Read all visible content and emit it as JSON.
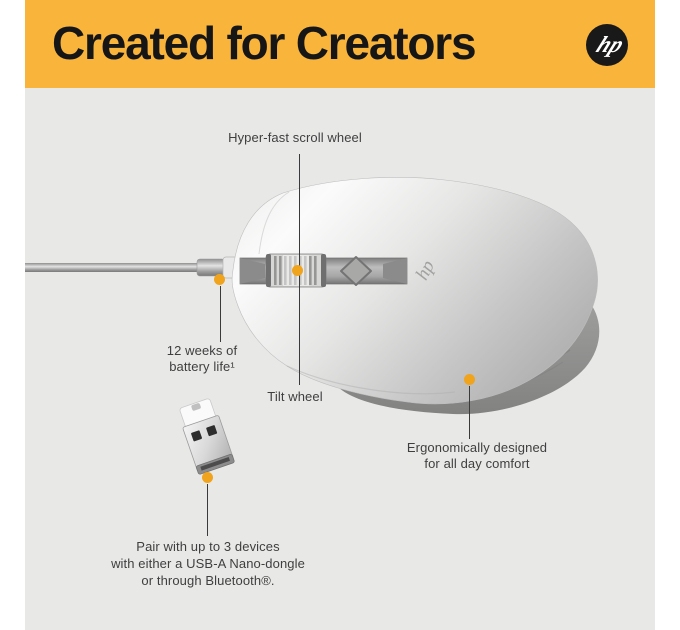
{
  "header": {
    "title": "Created for Creators",
    "logo_text": "hp"
  },
  "mouse": {
    "engraving": "hp"
  },
  "callouts": {
    "scroll_wheel": {
      "label": "Hyper-fast scroll wheel"
    },
    "battery": {
      "line1": "12 weeks of",
      "line2": "battery life¹"
    },
    "tilt_wheel": {
      "label": "Tilt wheel"
    },
    "ergonomic": {
      "line1": "Ergonomically designed",
      "line2": "for all day comfort"
    },
    "pairing": {
      "line1": "Pair with up to 3 devices",
      "line2": "with either a USB-A Nano-dongle",
      "line3": "or through Bluetooth®."
    }
  },
  "colors": {
    "banner": "#F9B43B",
    "accent_dot": "#F0A41E",
    "stage_bg": "#E8E8E7",
    "title_text": "#161616",
    "label_text": "#3F3F3F",
    "line_color": "#3A3A3A"
  }
}
